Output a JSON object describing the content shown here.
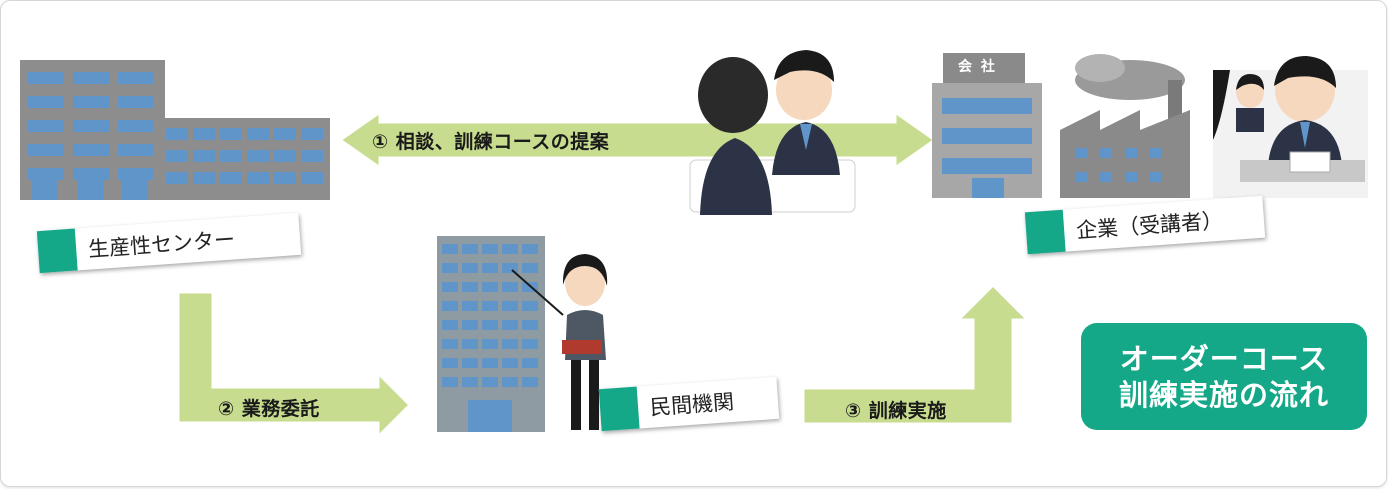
{
  "colors": {
    "accent_green": "#14a889",
    "arrow_fill": "#c7dc8f",
    "arrow_stroke": "#ffffff",
    "building_gray": "#8a8a8a",
    "window_blue": "#5f95c9",
    "suit_navy": "#2c3346"
  },
  "arrows": {
    "step1": "① 相談、訓練コースの提案",
    "step2": "② 業務委託",
    "step3": "③ 訓練実施"
  },
  "labels": {
    "center": "生産性センター",
    "company": "企業（受講者）",
    "private": "民間機関",
    "company_sign": "会 社"
  },
  "title": {
    "line1": "オーダーコース",
    "line2": "訓練実施の流れ"
  }
}
